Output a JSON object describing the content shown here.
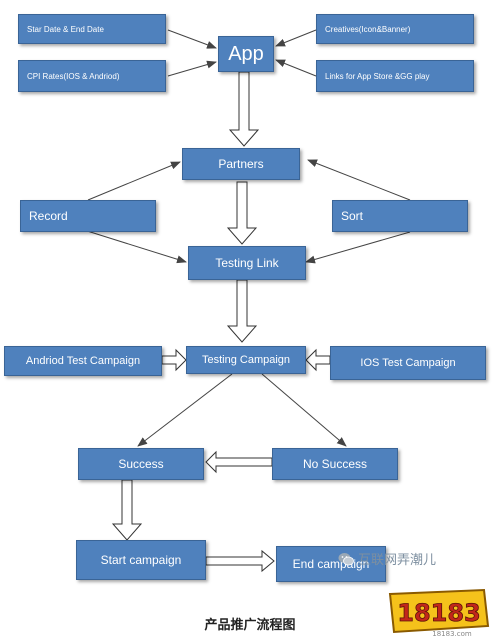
{
  "diagram": {
    "nodes": {
      "start_end_date": "Star Date & End Date",
      "creatives": "Creatives(Icon&Banner)",
      "app": "App",
      "cpi_rates": "CPI Rates(IOS & Andriod)",
      "store_links": "Links for App Store &GG play",
      "partners": "Partners",
      "record": "Record",
      "sort": "Sort",
      "testing_link": "Testing Link",
      "android_test": "Andriod Test Campaign",
      "testing_campaign": "Testing Campaign",
      "ios_test": "IOS Test Campaign",
      "success": "Success",
      "no_success": "No Success",
      "start_campaign": "Start campaign",
      "end_campaign": "End campaign"
    },
    "caption": "产品推广流程图"
  },
  "watermark": {
    "text": "互联网弄潮儿",
    "icon": "wechat-icon"
  },
  "logo": {
    "text": "18183",
    "sub": "18183.com"
  },
  "colors": {
    "box_fill": "#4f81bd",
    "box_border": "#3a6496",
    "line": "#444444",
    "text": "#ffffff"
  }
}
